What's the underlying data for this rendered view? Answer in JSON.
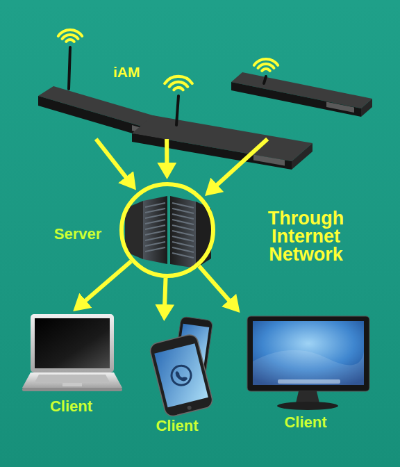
{
  "diagram": {
    "nodes": [
      {
        "text": [
          "iAM"
        ]
      },
      {
        "text": [
          "Server"
        ]
      },
      {
        "text": [
          "Client"
        ]
      },
      {
        "text": [
          "Client"
        ]
      },
      {
        "text": [
          "Client"
        ]
      }
    ],
    "edges": [
      {
        "from": 0,
        "to": 1,
        "arrow": "to"
      },
      {
        "from": 0,
        "to": 1,
        "arrow": "to"
      },
      {
        "from": 0,
        "to": 1,
        "arrow": "to"
      },
      {
        "from": 1,
        "to": 2,
        "arrow": "to"
      },
      {
        "from": 1,
        "to": 3,
        "arrow": "to"
      },
      {
        "from": 1,
        "to": 4,
        "arrow": "to"
      }
    ],
    "labels": [
      "Through Internet Network"
    ]
  }
}
